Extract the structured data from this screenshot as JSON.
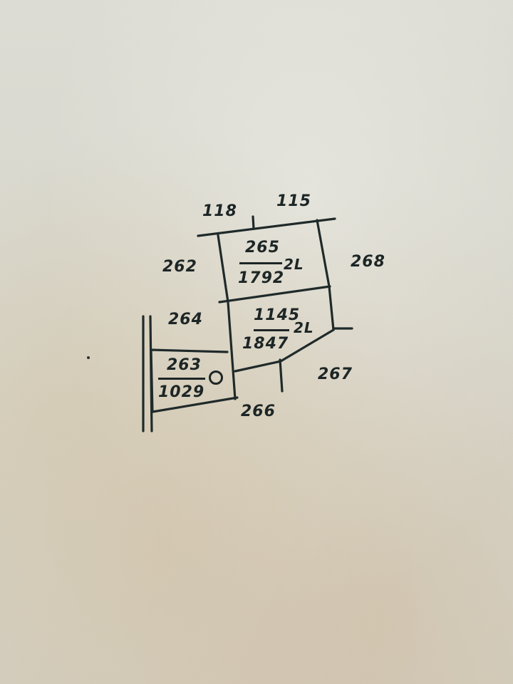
{
  "neighbors": {
    "top_left": "118",
    "top_right": "115",
    "left_upper": "262",
    "right": "268",
    "left_lower": "264",
    "right_lower": "267",
    "bottom": "266"
  },
  "parcels": [
    {
      "number": "265",
      "area": "1792",
      "suffix": "2L"
    },
    {
      "number": "1145",
      "area": "1847",
      "suffix": "2L"
    },
    {
      "number": "263",
      "area": "1029",
      "suffix": ""
    }
  ]
}
